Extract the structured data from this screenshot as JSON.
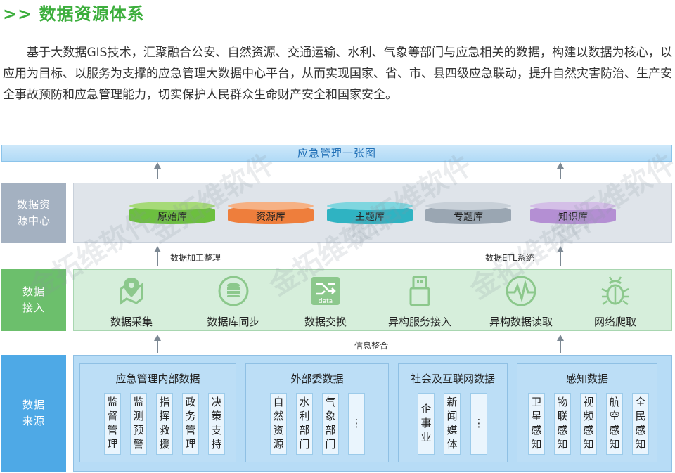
{
  "title": ">> 数据资源体系",
  "intro": "基于大数据GIS技术，汇聚融合公安、自然资源、交通运输、水利、气象等部门与应急相关的数据，构建以数据为核心，以应用为目标、以服务为支撑的应急管理大数据中心平台，从而实现国家、省、市、县四级应急联动，提升自然灾害防治、生产安全事故预防和应急管理能力，切实保护人民群众生命财产安全和国家安全。",
  "top_bar": "应急管理一张图",
  "arrow_labels": {
    "processing": "数据加工整理",
    "etl": "数据ETL系统",
    "integration": "信息整合"
  },
  "rows": {
    "center": "数据资源中心",
    "access": "数据接入",
    "source": "数据来源"
  },
  "databases": [
    {
      "label": "原始库",
      "color": "#6cbf3f",
      "lid": "#a6da78"
    },
    {
      "label": "资源库",
      "color": "#ee7e3c",
      "lid": "#f6b184"
    },
    {
      "label": "主题库",
      "color": "#2fb3c2",
      "lid": "#7fd6df"
    },
    {
      "label": "专题库",
      "color": "#9aa6b2",
      "lid": "#c8d0d8"
    },
    {
      "label": "知识库",
      "color": "#b48fd3",
      "lid": "#d4bfe7"
    }
  ],
  "access_items": [
    {
      "label": "数据采集",
      "icon": "map-pin-icon"
    },
    {
      "label": "数据库同步",
      "icon": "database-sync-icon"
    },
    {
      "label": "数据交换",
      "icon": "data-exchange-icon"
    },
    {
      "label": "异构服务接入",
      "icon": "usb-plug-icon"
    },
    {
      "label": "异构数据读取",
      "icon": "pulse-icon"
    },
    {
      "label": "网络爬取",
      "icon": "bug-icon"
    }
  ],
  "source_groups": [
    {
      "title": "应急管理内部数据",
      "items": [
        "监督管理",
        "监测预警",
        "指挥救援",
        "政务管理",
        "决策支持"
      ]
    },
    {
      "title": "外部委数据",
      "items": [
        "自然资源",
        "水利部门",
        "气象部门",
        "⋮"
      ]
    },
    {
      "title": "社会及互联网数据",
      "items": [
        "企事业",
        "新闻媒体",
        "⋮"
      ]
    },
    {
      "title": "感知数据",
      "items": [
        "卫星感知",
        "物联感知",
        "视频感知",
        "航空感知",
        "全民感知"
      ]
    }
  ],
  "watermark": "金拓维软件",
  "colors": {
    "title_green": "#3cae3c",
    "row_center": "#a4b1c1",
    "row_access": "#6cbf6c",
    "row_source": "#4ea9e6",
    "panel_center": "#dfe4ea",
    "panel_access": "#d6eedb",
    "panel_source": "#b7dcf6",
    "icon_green": "#8cc88c"
  }
}
